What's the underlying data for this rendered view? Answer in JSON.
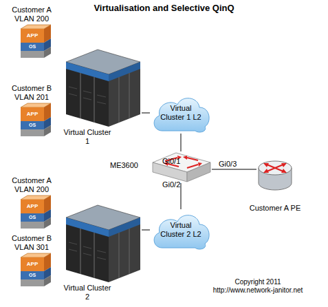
{
  "diagram": {
    "title": "Virtualisation and Selective QinQ",
    "nodes": [
      {
        "text": [
          "Customer A VLAN 200",
          "APP",
          "OS"
        ]
      },
      {
        "text": [
          "Customer B VLAN 201",
          "APP",
          "OS"
        ]
      },
      {
        "text": [
          "Virtual Cluster 1"
        ]
      },
      {
        "text": [
          "Virtual Cluster 1 L2"
        ]
      },
      {
        "text": [
          "ME3600"
        ]
      },
      {
        "text": [
          "Customer A PE"
        ]
      },
      {
        "text": [
          "Customer A VLAN 200",
          "APP",
          "OS"
        ]
      },
      {
        "text": [
          "Customer B VLAN 301",
          "APP",
          "OS"
        ]
      },
      {
        "text": [
          "Virtual Cluster 2"
        ]
      },
      {
        "text": [
          "Virtual Cluster 2 L2"
        ]
      }
    ],
    "edges": [
      {
        "from": 2,
        "to": 3,
        "arrow": "none"
      },
      {
        "from": 3,
        "to": 4,
        "label": "Gi0/1",
        "arrow": "none"
      },
      {
        "from": 4,
        "to": 5,
        "label": "Gi0/3",
        "arrow": "none"
      },
      {
        "from": 4,
        "to": 9,
        "label": "Gi0/2",
        "arrow": "none"
      },
      {
        "from": 8,
        "to": 9,
        "arrow": "none"
      }
    ],
    "labels": [
      "Copyright 2011 http://www.network-janitor.net"
    ]
  }
}
